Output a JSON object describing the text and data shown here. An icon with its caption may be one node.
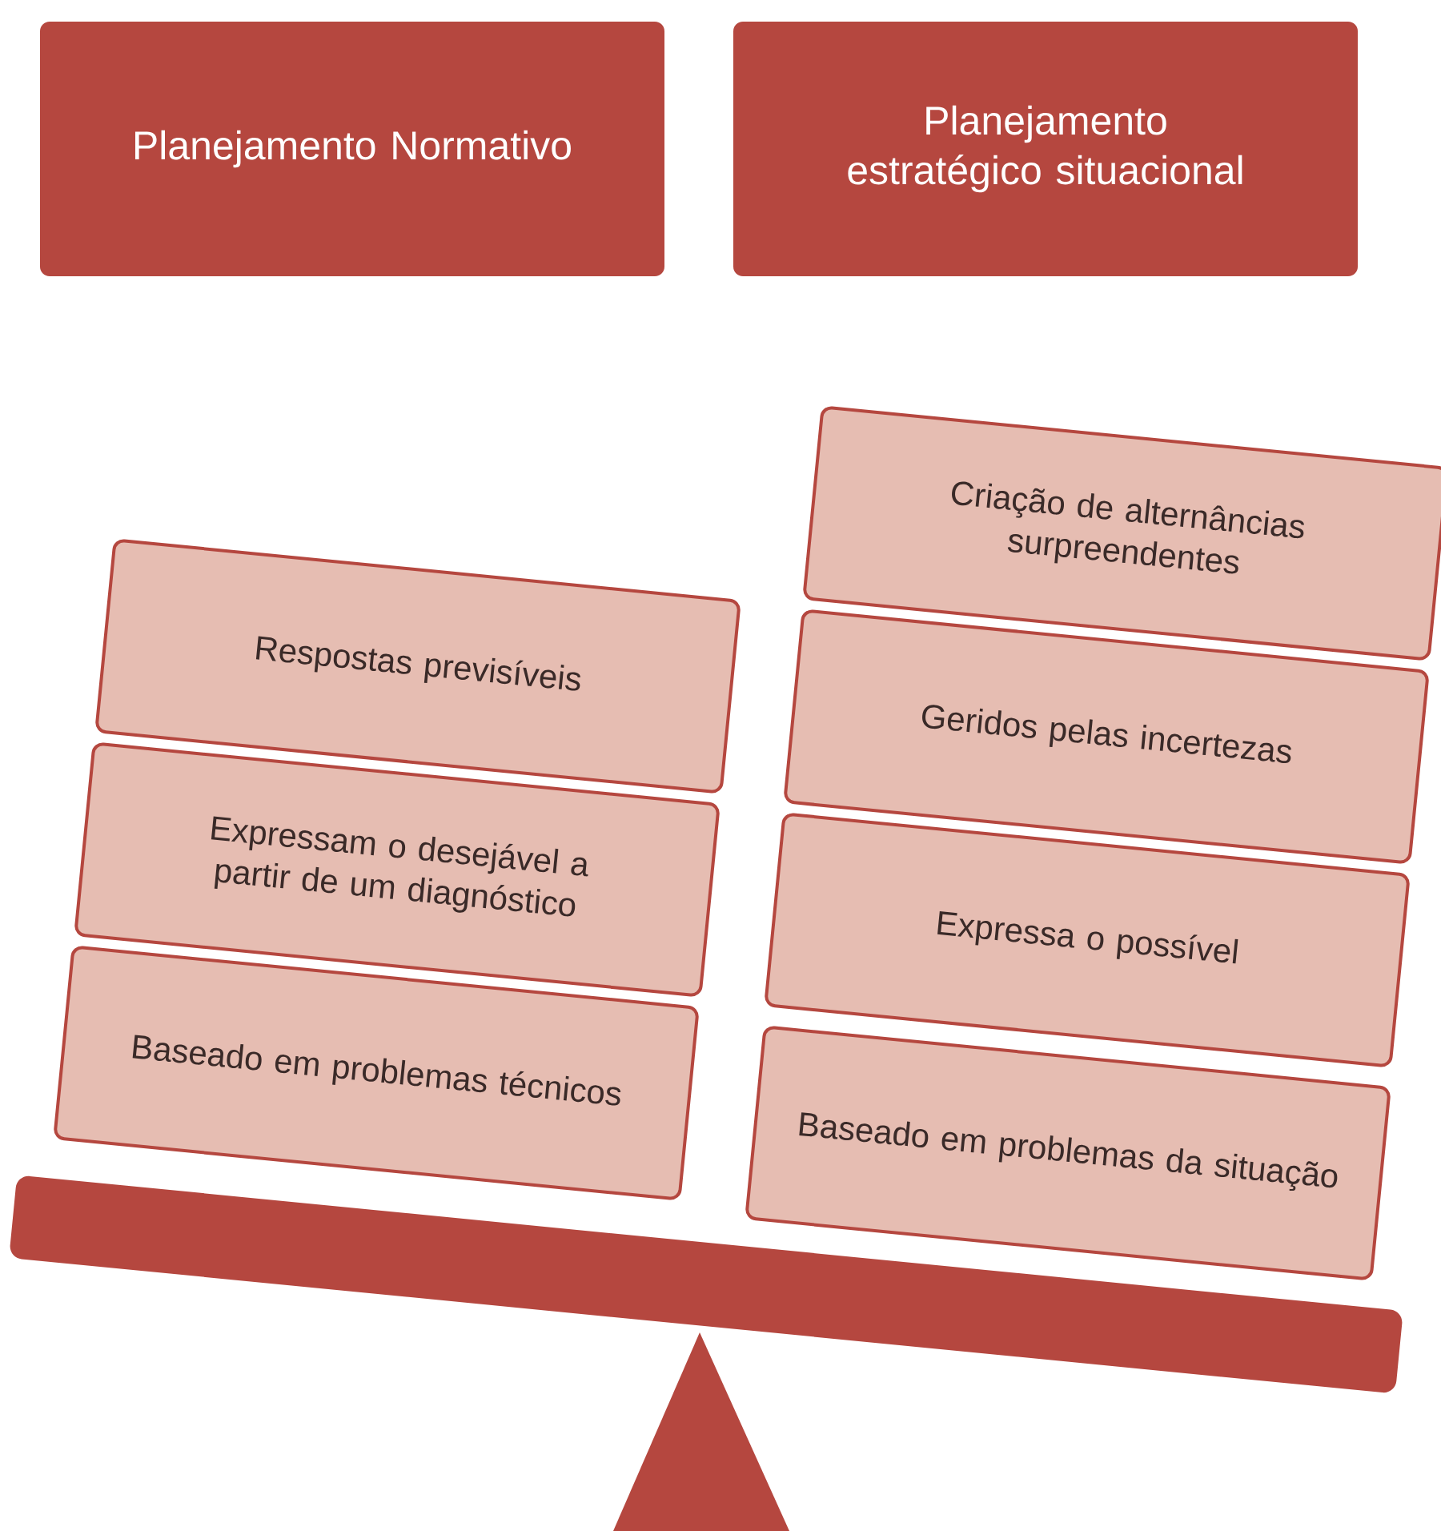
{
  "diagram": {
    "nodes": [
      {
        "text": [
          "Planejamento Normativo"
        ]
      },
      {
        "text": [
          "Planejamento estratégico situacional"
        ]
      },
      {
        "text": [
          "Respostas previsíveis"
        ]
      },
      {
        "text": [
          "Expressam o desejável a partir de um diagnóstico"
        ]
      },
      {
        "text": [
          "Baseado em problemas técnicos"
        ]
      },
      {
        "text": [
          "Criação de alternâncias surpreendentes"
        ]
      },
      {
        "text": [
          "Geridos pelas incertezas"
        ]
      },
      {
        "text": [
          "Expressa o possível"
        ]
      },
      {
        "text": [
          "Baseado em problemas da situação"
        ]
      }
    ]
  }
}
